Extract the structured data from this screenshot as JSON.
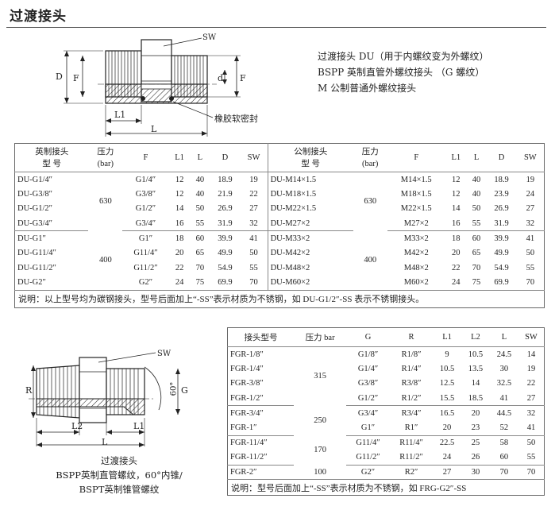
{
  "page_title": "过渡接头",
  "diagram1": {
    "labels": {
      "sw": "SW",
      "d_big": "D",
      "f": "F",
      "d_small": "d",
      "l1": "L1",
      "l": "L",
      "seal": "橡胶软密封"
    }
  },
  "descriptions": [
    "过渡接头 DU（用于内螺纹变为外螺纹）",
    "BSPP 英制直管外螺纹接头  （G 螺纹）",
    "M 公制普通外螺纹接头"
  ],
  "table1": {
    "headers_left": [
      "英制接头\n型    号",
      "压力\n(bar)",
      "F",
      "L1",
      "L",
      "D",
      "SW"
    ],
    "headers_right": [
      "公制接头\n型    号",
      "压力\n(bar)",
      "F",
      "L1",
      "L",
      "D",
      "SW"
    ],
    "group1_pressure_left": "630",
    "group1_pressure_right": "630",
    "group2_pressure_left": "400",
    "group2_pressure_right": "400",
    "rows": [
      {
        "left": [
          "DU-G1/4″",
          "G1/4″",
          "12",
          "40",
          "18.9",
          "19"
        ],
        "right": [
          "DU-M14×1.5",
          "M14×1.5",
          "12",
          "40",
          "18.9",
          "19"
        ]
      },
      {
        "left": [
          "DU-G3/8″",
          "G3/8″",
          "12",
          "40",
          "21.9",
          "22"
        ],
        "right": [
          "DU-M18×1.5",
          "M18×1.5",
          "12",
          "40",
          "23.9",
          "24"
        ]
      },
      {
        "left": [
          "DU-G1/2″",
          "G1/2″",
          "14",
          "50",
          "26.9",
          "27"
        ],
        "right": [
          "DU-M22×1.5",
          "M22×1.5",
          "14",
          "50",
          "26.9",
          "27"
        ]
      },
      {
        "left": [
          "DU-G3/4″",
          "G3/4″",
          "16",
          "55",
          "31.9",
          "32"
        ],
        "right": [
          "DU-M27×2",
          "M27×2",
          "16",
          "55",
          "31.9",
          "32"
        ]
      },
      {
        "left": [
          "DU-G1″",
          "G1″",
          "18",
          "60",
          "39.9",
          "41"
        ],
        "right": [
          "DU-M33×2",
          "M33×2",
          "18",
          "60",
          "39.9",
          "41"
        ]
      },
      {
        "left": [
          "DU-G11/4″",
          "G11/4″",
          "20",
          "65",
          "49.9",
          "50"
        ],
        "right": [
          "DU-M42×2",
          "M42×2",
          "20",
          "65",
          "49.9",
          "50"
        ]
      },
      {
        "left": [
          "DU-G11/2″",
          "G11/2″",
          "22",
          "70",
          "54.9",
          "55"
        ],
        "right": [
          "DU-M48×2",
          "M48×2",
          "22",
          "70",
          "54.9",
          "55"
        ]
      },
      {
        "left": [
          "DU-G2″",
          "G2″",
          "24",
          "75",
          "69.9",
          "70"
        ],
        "right": [
          "DU-M60×2",
          "M60×2",
          "24",
          "75",
          "69.9",
          "70"
        ]
      }
    ],
    "note": "说明：以上型号均为碳钢接头，型号后面加上“-SS”表示材质为不锈钢，如  DU-G1/2″-SS 表示不锈钢接头。"
  },
  "diagram2": {
    "labels": {
      "sw": "SW",
      "r": "R",
      "g": "G",
      "angle": "60°",
      "l2": "L2",
      "l1": "L1",
      "l": "L"
    },
    "caption": [
      "过渡接头",
      "BSPP英制直管螺纹，60°内锥/",
      "BSPT英制锥管螺纹"
    ]
  },
  "table2": {
    "headers": [
      "接头型号",
      "压力 bar",
      "G",
      "R",
      "L1",
      "L2",
      "L",
      "SW"
    ],
    "pressures": [
      "315",
      "250",
      "170",
      "100"
    ],
    "rows": [
      [
        "FGR-1/8″",
        "G1/8″",
        "R1/8″",
        "9",
        "10.5",
        "24.5",
        "14"
      ],
      [
        "FGR-1/4″",
        "G1/4″",
        "R1/4″",
        "10.5",
        "13.5",
        "30",
        "19"
      ],
      [
        "FGR-3/8″",
        "G3/8″",
        "R3/8″",
        "12.5",
        "14",
        "32.5",
        "22"
      ],
      [
        "FGR-1/2″",
        "G1/2″",
        "R1/2″",
        "15.5",
        "18.5",
        "41",
        "27"
      ],
      [
        "FGR-3/4″",
        "G3/4″",
        "R3/4″",
        "16.5",
        "20",
        "44.5",
        "32"
      ],
      [
        "FGR-1″",
        "G1″",
        "R1″",
        "20",
        "23",
        "52",
        "41"
      ],
      [
        "FGR-11/4″",
        "G11/4″",
        "R11/4″",
        "22.5",
        "25",
        "58",
        "50"
      ],
      [
        "FGR-11/2″",
        "G11/2″",
        "R11/2″",
        "24",
        "26",
        "60",
        "55"
      ],
      [
        "FGR-2″",
        "G2″",
        "R2″",
        "27",
        "30",
        "70",
        "70"
      ]
    ],
    "note": "说明：型号后面加上“-SS”表示材质为不锈钢，如 FRG-G2″-SS"
  }
}
